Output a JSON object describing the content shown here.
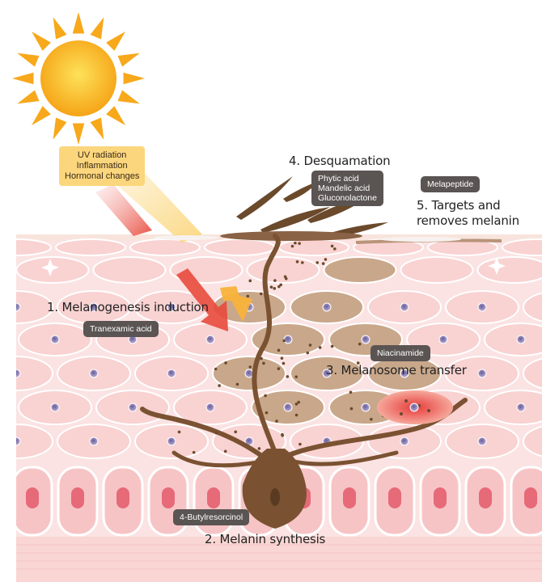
{
  "triggers": [
    "UV radiation",
    "Inflammation",
    "Hormonal changes"
  ],
  "steps": {
    "step1": "1. Melanogenesis induction",
    "step2": "2. Melanin synthesis",
    "step3": "3. Melanosome transfer",
    "step4": "4. Desquamation",
    "step5": [
      "5. Targets and",
      "removes melanin"
    ]
  },
  "agents": {
    "tranexamic": "Tranexamic acid",
    "butylresorcinol": "4-Butylresorcinol",
    "niacinamide": "Niacinamide",
    "exfoliants": [
      "Phytic acid",
      "Mandelic acid",
      "Gluconolactone"
    ],
    "melapeptide": "Melapeptide"
  },
  "colors": {
    "skin": "#fbe2e2",
    "cell_outline": "#f6bfc2",
    "melanin": "#6b4a2c",
    "pigmented_cell": "#c9a78a",
    "basal_nucleus": "#e66a78",
    "sun": "#f7a81b"
  }
}
